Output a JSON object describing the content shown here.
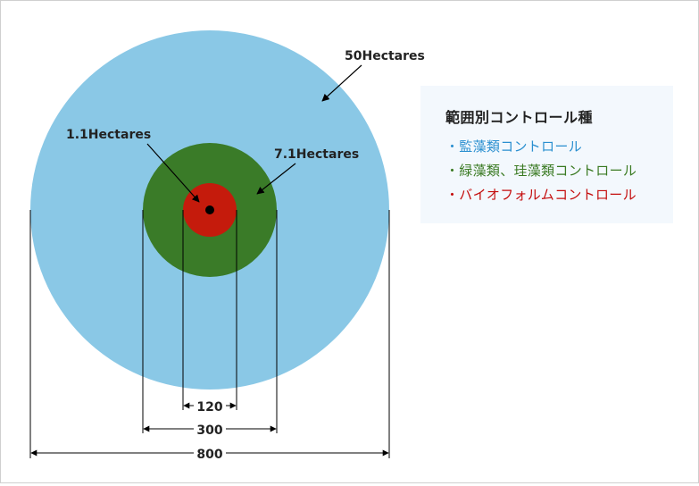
{
  "labels": {
    "outer": "50Hectares",
    "middle": "7.1Hectares",
    "inner": "1.1Hectares"
  },
  "dimensions": {
    "inner": "120",
    "middle": "300",
    "outer": "800"
  },
  "legend": {
    "title": "範囲別コントロール種",
    "items": [
      {
        "text": "・監藻類コントロール",
        "color": "#2a8fd0"
      },
      {
        "text": "・緑藻類、珪藻類コントロール",
        "color": "#3a7a22"
      },
      {
        "text": "・バイオフォルムコントロール",
        "color": "#c40d0d"
      }
    ]
  },
  "colors": {
    "outer_circle": "#8ac8e6",
    "middle_circle": "#3a7b28",
    "inner_circle": "#c51b0c",
    "center_dot": "#000000",
    "lines": "#000000"
  }
}
